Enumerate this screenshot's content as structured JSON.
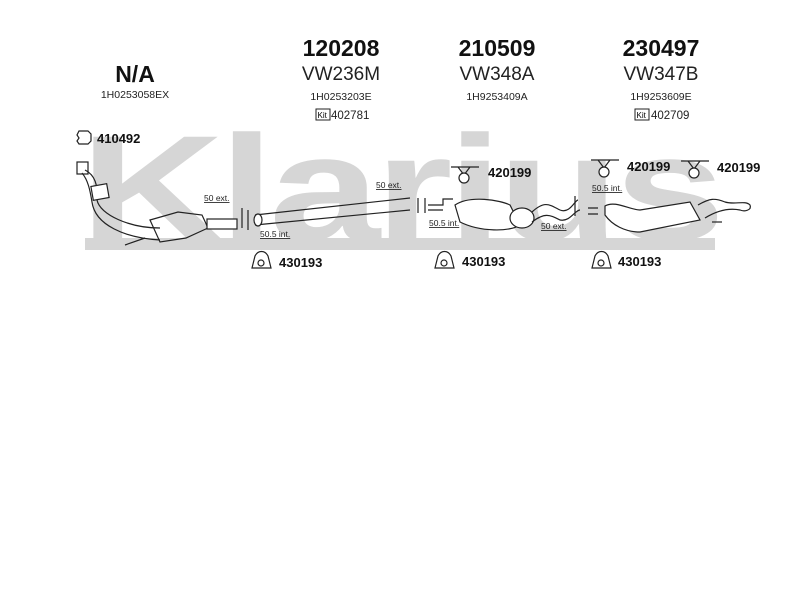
{
  "watermark": "Klarius",
  "columns": [
    {
      "part_number": "N/A",
      "oem": "1H0253058EX"
    },
    {
      "part_number": "120208",
      "model": "VW236M",
      "oem": "1H0253203E",
      "kit_label": "Kit",
      "kit_number": "402781"
    },
    {
      "part_number": "210509",
      "model": "VW348A",
      "oem": "1H9253409A"
    },
    {
      "part_number": "230497",
      "model": "VW347B",
      "oem": "1H9253609E",
      "kit_label": "Kit",
      "kit_number": "402709"
    }
  ],
  "accessories": {
    "gasket": "410492",
    "hanger_1": "420199",
    "hanger_2": "420199",
    "hanger_3": "420199",
    "clamp_1": "430193",
    "clamp_2": "430193",
    "clamp_3": "430193"
  },
  "dimensions": {
    "d1": "50 ext.",
    "d2": "50.5 int.",
    "d3": "50 ext.",
    "d4": "50.5 int.",
    "d5": "50 ext.",
    "d6": "50.5 int."
  }
}
